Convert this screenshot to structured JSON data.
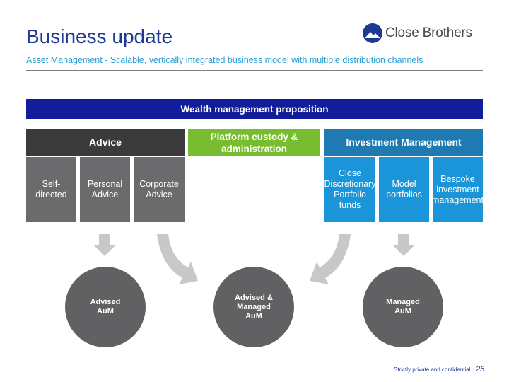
{
  "header": {
    "title": "Business update",
    "subtitle": "Asset Management - Scalable, vertically integrated business model with multiple distribution channels"
  },
  "logo": {
    "text": "Close Brothers",
    "icon": "close-brothers-logo-icon",
    "color": "#1f3a93"
  },
  "diagram": {
    "wealth_banner": "Wealth management proposition",
    "advice_header": "Advice",
    "platform_header": [
      "Platform custody &",
      "administration"
    ],
    "investment_header": "Investment Management",
    "advice_boxes": [
      [
        "Self-",
        "directed"
      ],
      [
        "Personal",
        "Advice"
      ],
      [
        "Corporate",
        "Advice"
      ]
    ],
    "investment_boxes": [
      [
        "Close",
        "Discretionary",
        "Portfolio",
        "funds"
      ],
      [
        "Model",
        "portfolios"
      ],
      [
        "Bespoke",
        "investment",
        "management"
      ]
    ],
    "circles": [
      [
        "Advised",
        "AuM"
      ],
      [
        "Advised &",
        "Managed",
        "AuM"
      ],
      [
        "Managed",
        "AuM"
      ]
    ]
  },
  "colors": {
    "title": "#1f3a93",
    "subtitle": "#2a9fd6",
    "wealth_banner": "#111d9b",
    "advice": "#3b3b3d",
    "platform": "#78bd2f",
    "investment": "#1e7ab0",
    "advice_box": "#6b6b6e",
    "investment_box": "#1a95d9",
    "circle": "#616163",
    "arrow": "#c8c8c8"
  },
  "footer": {
    "confidential": "Strictly private and confidential",
    "page": "25"
  }
}
